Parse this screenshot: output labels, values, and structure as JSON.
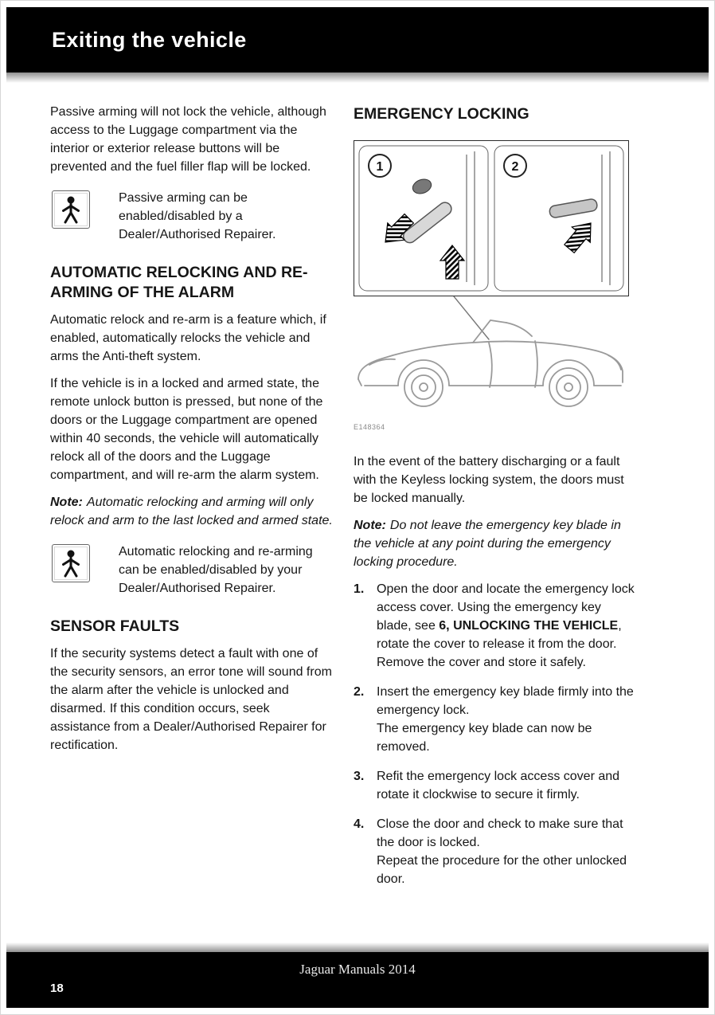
{
  "header": {
    "title": "Exiting the vehicle"
  },
  "colors": {
    "header_bg": "#000000",
    "footer_bg": "#000000",
    "body_text": "#161616"
  },
  "icons": {
    "dealer_repairer": "person-in-box-icon"
  },
  "left": {
    "intro": "Passive arming will not lock the vehicle, although access to the Luggage compartment via the interior or exterior release buttons will be prevented and the fuel filler flap will be locked.",
    "callouts": [
      {
        "text": "Passive arming can be enabled/disabled by a Dealer/Authorised Repairer."
      },
      {
        "text": "Automatic relocking and re-arming can be enabled/disabled by your Dealer/Authorised Repairer."
      }
    ],
    "section1": {
      "heading": "AUTOMATIC RELOCKING AND RE-ARMING OF THE ALARM",
      "para1": "Automatic relock and re-arm is a feature which, if enabled, automatically relocks the vehicle and arms the Anti-theft system.",
      "para2": "If the vehicle is in a locked and armed state, the remote unlock button is pressed, but none of the doors or the Luggage compartment are opened within 40 seconds, the vehicle will automatically relock all of the doors and the Luggage compartment, and will re-arm the alarm system.",
      "note_label": "Note:",
      "note_text": "Automatic relocking and arming will only relock and arm to the last locked and armed state."
    },
    "section2": {
      "heading": "SENSOR FAULTS",
      "para": "If the security systems detect a fault with one of the security sensors, an error tone will sound from the alarm after the vehicle is unlocked and disarmed. If this condition occurs, seek assistance from a Dealer/Authorised Repairer for rectification."
    }
  },
  "right": {
    "heading": "EMERGENCY LOCKING",
    "figure": {
      "panel1": "1",
      "panel2": "2",
      "code": "E148364"
    },
    "para1": "In the event of the battery discharging or a fault with the Keyless locking system, the doors must be locked manually.",
    "note_label": "Note:",
    "note_text": "Do not leave the emergency key blade in the vehicle at any point during the emergency locking procedure.",
    "steps": [
      {
        "num": "1.",
        "pre": "Open the door and locate the emergency lock access cover. Using the emergency key blade, see ",
        "ref": "6, UNLOCKING THE VEHICLE",
        "post": ", rotate the cover to release it from the door. Remove the cover and store it safely."
      },
      {
        "num": "2.",
        "line1": "Insert the emergency key blade firmly into the emergency lock.",
        "line2": "The emergency key blade can now be removed."
      },
      {
        "num": "3.",
        "line1": "Refit the emergency lock access cover and rotate it clockwise to secure it firmly.",
        "line2": ""
      },
      {
        "num": "4.",
        "line1": "Close the door and check to make sure that the door is locked.",
        "line2": "Repeat the procedure for the other unlocked door."
      }
    ]
  },
  "footer": {
    "watermark": "Jaguar Manuals 2014",
    "page_number": "18"
  }
}
